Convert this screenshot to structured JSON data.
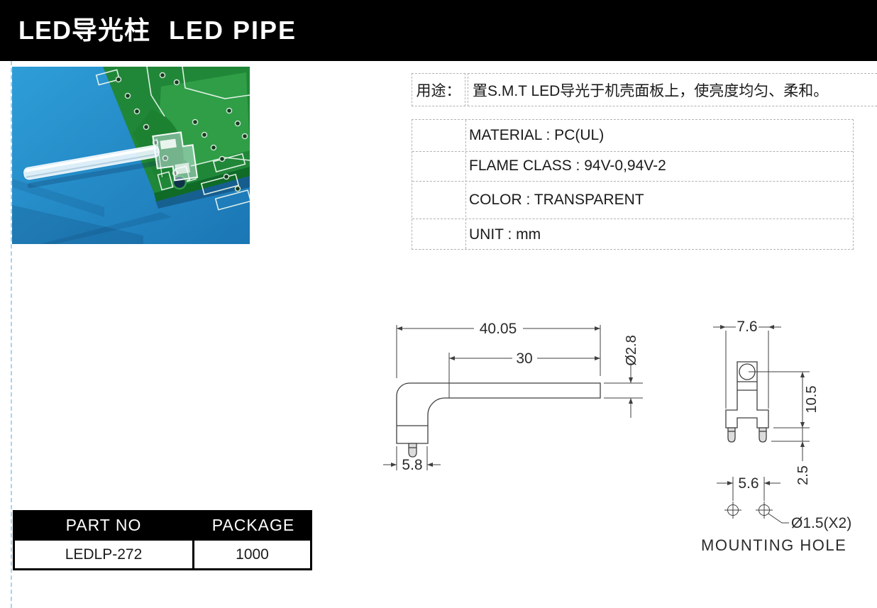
{
  "header": {
    "title_zh": "LED导光柱",
    "title_en": "LED PIPE"
  },
  "usage": {
    "label": "用途：",
    "text": "置S.M.T LED导光于机壳面板上，使亮度均匀、柔和。"
  },
  "specs": {
    "rows": [
      "MATERIAL : PC(UL)",
      "FLAME CLASS : 94V-0,94V-2",
      "COLOR : TRANSPARENT",
      "UNIT : mm"
    ]
  },
  "drawings": {
    "side_view": {
      "dim_overall": "40.05",
      "dim_pipe": "30",
      "dim_diameter": "Ø2.8",
      "dim_base_width": "5.8"
    },
    "front_view": {
      "dim_width": "7.6",
      "dim_height": "10.5",
      "dim_pin": "2.5"
    },
    "mounting": {
      "dim_pitch": "5.6",
      "dim_hole": "Ø1.5(X2)",
      "label": "MOUNTING HOLE"
    }
  },
  "part_table": {
    "headers": [
      "PART NO",
      "PACKAGE"
    ],
    "rows": [
      [
        "LEDLP-272",
        "1000"
      ]
    ]
  },
  "colors": {
    "header_bg": "#000000",
    "table_header_bg": "#000000",
    "guide_dotted": "#a9d4ee",
    "photo_blue": "#2191cb",
    "pcb_green": "#27963c",
    "line_color": "#3f3f3f"
  }
}
